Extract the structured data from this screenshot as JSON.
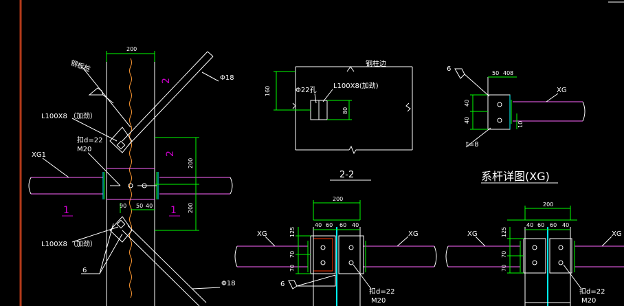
{
  "labels": {
    "gusset_plate": "钢板桩",
    "angle_top": "L100X8 （加劲）",
    "angle_bottom": "L100X8 （加劲）",
    "hole_left": "扣d=22",
    "bolt_left": "M20",
    "xg1": "XG1",
    "rod_phi_top": "Φ18",
    "rod_phi_bottom": "Φ18",
    "section_1a": "1",
    "section_1b": "1",
    "section_2a": "2",
    "section_2b": "2",
    "six_left": "6",
    "dim_200_top": "200",
    "dim_200_vert_a": "200",
    "dim_200_vert_b": "200",
    "dim_90": "90",
    "dim_50": "50",
    "dim_40": "40",
    "sec22_top": "钢柱边",
    "sec22_hole": "Φ22孔",
    "sec22_angle": "L100X8(加劲)",
    "sec22_160": "160",
    "sec22_80": "80",
    "sec22_title": "2-2",
    "xg_detail_six": "6",
    "xg_detail_50": "50",
    "xg_detail_40": "40",
    "xg_detail_8": "8",
    "xg_detail_xg": "XG",
    "xg_detail_40a": "40",
    "xg_detail_40b": "40",
    "xg_detail_t": "t=8",
    "xg_detail_10": "10",
    "xg_title": "系杆详图(XG)",
    "b1_200": "200",
    "b1_40a": "40",
    "b1_60a": "60",
    "b1_60b": "60",
    "b1_40b": "40",
    "b1_xg_l": "XG",
    "b1_xg_r": "XG",
    "b1_125": "125",
    "b1_70a": "70",
    "b1_70b": "70",
    "b1_six": "6",
    "b1_hole": "扣d=22",
    "b1_bolt": "M20",
    "b2_200": "200",
    "b2_40a": "40",
    "b2_60a": "60",
    "b2_60b": "60",
    "b2_40b": "40",
    "b2_xg_l": "XG",
    "b2_xg_r": "XG",
    "b2_125": "125",
    "b2_70a": "70",
    "b2_70b": "70",
    "b2_hole": "扣d=22",
    "b2_bolt": "M20"
  },
  "colors": {
    "background": "#000000",
    "line": "#ffffff",
    "dimension": "#00ff00",
    "member": "#ff66ff",
    "accent_red": "#ff3300",
    "accent_cyan": "#00ffff",
    "accent_orange": "#ff9933",
    "accent_magenta": "#cc00cc",
    "border_red": "#b33a1a"
  }
}
